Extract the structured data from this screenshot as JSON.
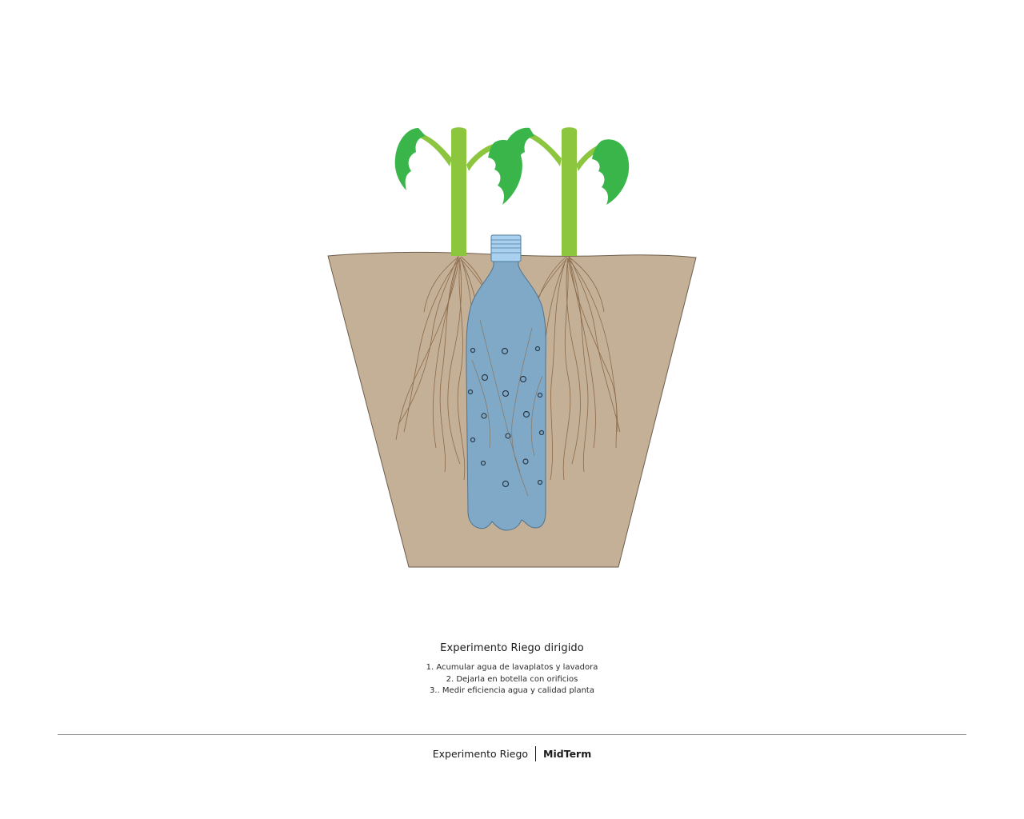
{
  "caption": {
    "title": "Experimento Riego dirigido",
    "steps": [
      "1. Acumular agua de lavaplatos y lavadora",
      "2. Dejarla en botella con orificios",
      "3.. Medir eficiencia agua y calidad planta"
    ]
  },
  "footer": {
    "left": "Experimento Riego",
    "right": "MidTerm"
  },
  "colors": {
    "soil": "#c4b096",
    "water_bottle": "#7fa9c7",
    "bottle_cap": "#a9d0ee",
    "stem": "#8cc63f",
    "leaf": "#39b54a",
    "root": "#8a6a4a"
  }
}
